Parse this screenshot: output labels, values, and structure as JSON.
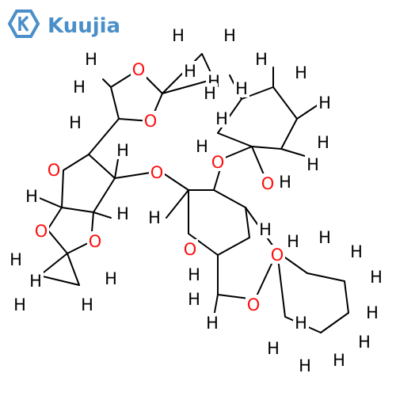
{
  "brand": {
    "name": "Kuujia",
    "logo_icon": "k-hexagon-logo-icon",
    "color": "#4a8fc9"
  },
  "atom_colors": {
    "H": "#000000",
    "O": "#ff0d0d",
    "C": "#000000"
  },
  "atom_labels": {
    "oxygen": "O",
    "hydrogen": "H"
  }
}
